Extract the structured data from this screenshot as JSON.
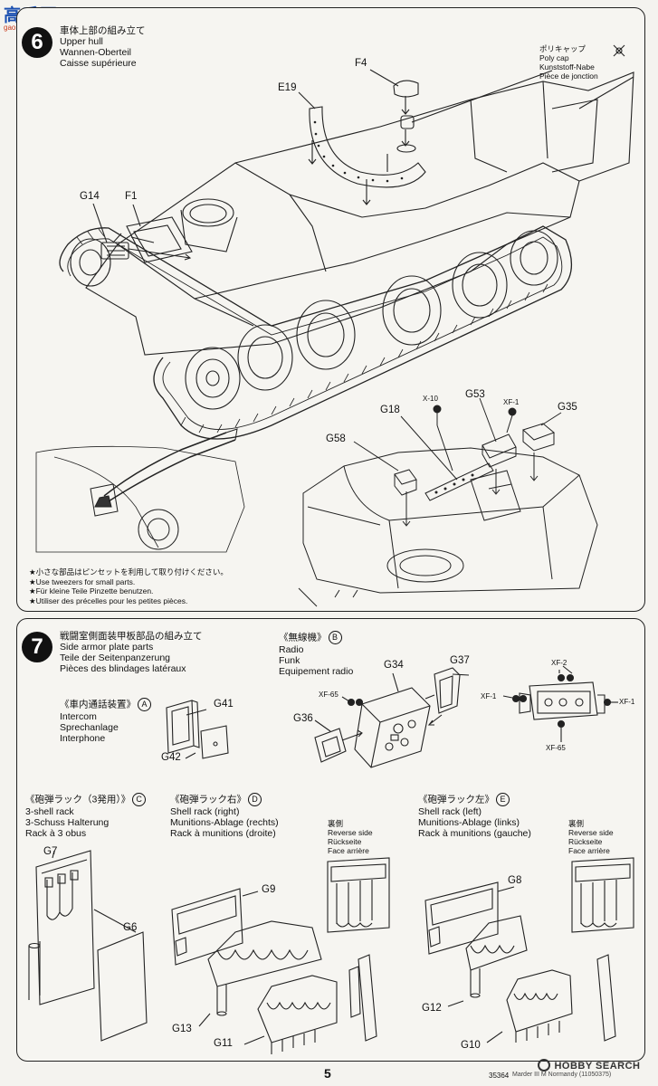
{
  "watermark": {
    "main": "高手网",
    "sub": "gao.shou.com"
  },
  "step6": {
    "number": "6",
    "title_lines": [
      "車体上部の組み立て",
      "Upper hull",
      "Wannen-Oberteil",
      "Caisse supérieure"
    ],
    "polycap_lines": [
      "ポリキャップ",
      "Poly cap",
      "Kunststoff-Nabe",
      "Pièce de jonction"
    ],
    "parts": {
      "f4": "F4",
      "e19": "E19",
      "g14": "G14",
      "f1": "F1",
      "x10": "X-10",
      "g53": "G53",
      "xf1": "XF-1",
      "g35": "G35",
      "g18": "G18",
      "g58": "G58"
    },
    "tweezer_notes": [
      "★小さな部品はピンセットを利用して取り付けください。",
      "★Use tweezers for small parts.",
      "★Für kleine Teile Pinzette benutzen.",
      "★Utiliser des précelles pour les petites pièces."
    ]
  },
  "step7": {
    "number": "7",
    "title_lines": [
      "戦闘室側面装甲板部品の組み立て",
      "Side armor plate parts",
      "Teile der Seitenpanzerung",
      "Pièces des blindages latéraux"
    ],
    "radio": {
      "header": "《無線機》",
      "letter": "B",
      "lines": [
        "Radio",
        "Funk",
        "Equipement radio"
      ]
    },
    "radio_parts": {
      "g34": "G34",
      "g37": "G37",
      "xf65a": "XF-65",
      "g36": "G36",
      "xf2": "XF-2",
      "xf1a": "XF-1",
      "xf1b": "XF-1",
      "xf65b": "XF-65"
    },
    "intercom": {
      "header": "《車内通話装置》",
      "letter": "A",
      "lines": [
        "Intercom",
        "Sprechanlage",
        "Interphone"
      ]
    },
    "intercom_parts": {
      "g41": "G41",
      "g42": "G42"
    },
    "shell3": {
      "header": "《砲弾ラック（3発用）》",
      "letter": "C",
      "lines": [
        "3-shell rack",
        "3-Schuss Halterung",
        "Rack à 3 obus"
      ]
    },
    "shell3_parts": {
      "g7": "G7",
      "g6": "G6"
    },
    "rack_right": {
      "header": "《砲弾ラック右》",
      "letter": "D",
      "lines": [
        "Shell rack (right)",
        "Munitions-Ablage (rechts)",
        "Rack à munitions (droite)"
      ]
    },
    "rack_right_parts": {
      "g9": "G9",
      "g13": "G13",
      "g11": "G11"
    },
    "rack_left": {
      "header": "《砲弾ラック左》",
      "letter": "E",
      "lines": [
        "Shell rack (left)",
        "Munitions-Ablage (links)",
        "Rack à munitions (gauche)"
      ]
    },
    "rack_left_parts": {
      "g8": "G8",
      "g12": "G12",
      "g10": "G10"
    },
    "reverse_side_lines": [
      "裏側",
      "Reverse side",
      "Rückseite",
      "Face arrière"
    ]
  },
  "footer": {
    "page_number": "5",
    "code": "35364",
    "title": "Marder III M Normandy (11050375)",
    "brand": "HOBBY SEARCH"
  }
}
